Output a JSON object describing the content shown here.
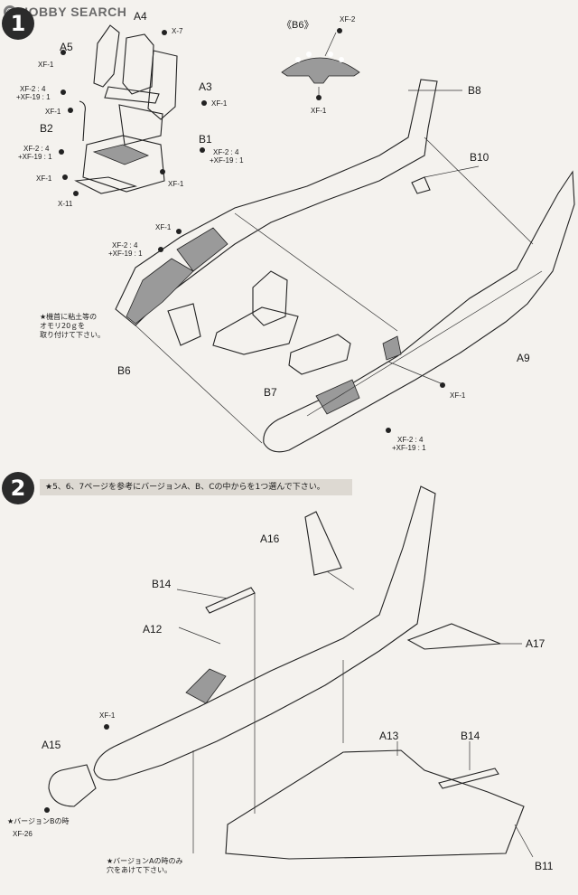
{
  "watermark": "HOBBY SEARCH",
  "step1": {
    "number": "1",
    "labels": {
      "a4": "A4",
      "x7": "X-7",
      "a5": "A5",
      "xf1_a5": "XF-1",
      "xf2_a3": "XF-2 : 4",
      "xf19_a3": "+XF-19 : 1",
      "a3": "A3",
      "xf1_a3": "XF-1",
      "xf1_b2": "XF-1",
      "b2": "B2",
      "xf2_b2": "XF-2 : 4",
      "xf19_b2": "+XF-19 : 1",
      "b1": "B1",
      "xf2_b1": "XF-2 : 4",
      "xf19_b1": "+XF-19 : 1",
      "xf1_floor": "XF-1",
      "xf1_floor2": "XF-1",
      "x11": "X-11",
      "b6_inset": "《B6》",
      "xf2_b6": "XF-2",
      "xf1_b6": "XF-1",
      "b8": "B8",
      "b10": "B10",
      "xf1_nose": "XF-1",
      "xf2_nose": "XF-2 : 4",
      "xf19_nose": "+XF-19 : 1",
      "b6": "B6",
      "b7": "B7",
      "a9": "A9",
      "xf1_a9": "XF-1",
      "xf2_a9": "XF-2 : 4",
      "xf19_a9": "+XF-19 : 1"
    },
    "weight_note": [
      "★機首に粘土等の",
      "オモリ20ｇを",
      "取り付けて下さい。"
    ]
  },
  "step2": {
    "number": "2",
    "note": "★5、6、7ページを参考にバージョンA、B、Cの中からを1つ選んで下さい。",
    "labels": {
      "a16": "A16",
      "b14_top": "B14",
      "a12": "A12",
      "a17": "A17",
      "xf1": "XF-1",
      "a15": "A15",
      "xf26": "XF-26",
      "a13": "A13",
      "b14_right": "B14",
      "b11": "B11"
    },
    "version_b_note": "★バージョンBの時",
    "version_a_note": [
      "★バージョンAの時のみ",
      "穴をあけて下さい。"
    ]
  }
}
